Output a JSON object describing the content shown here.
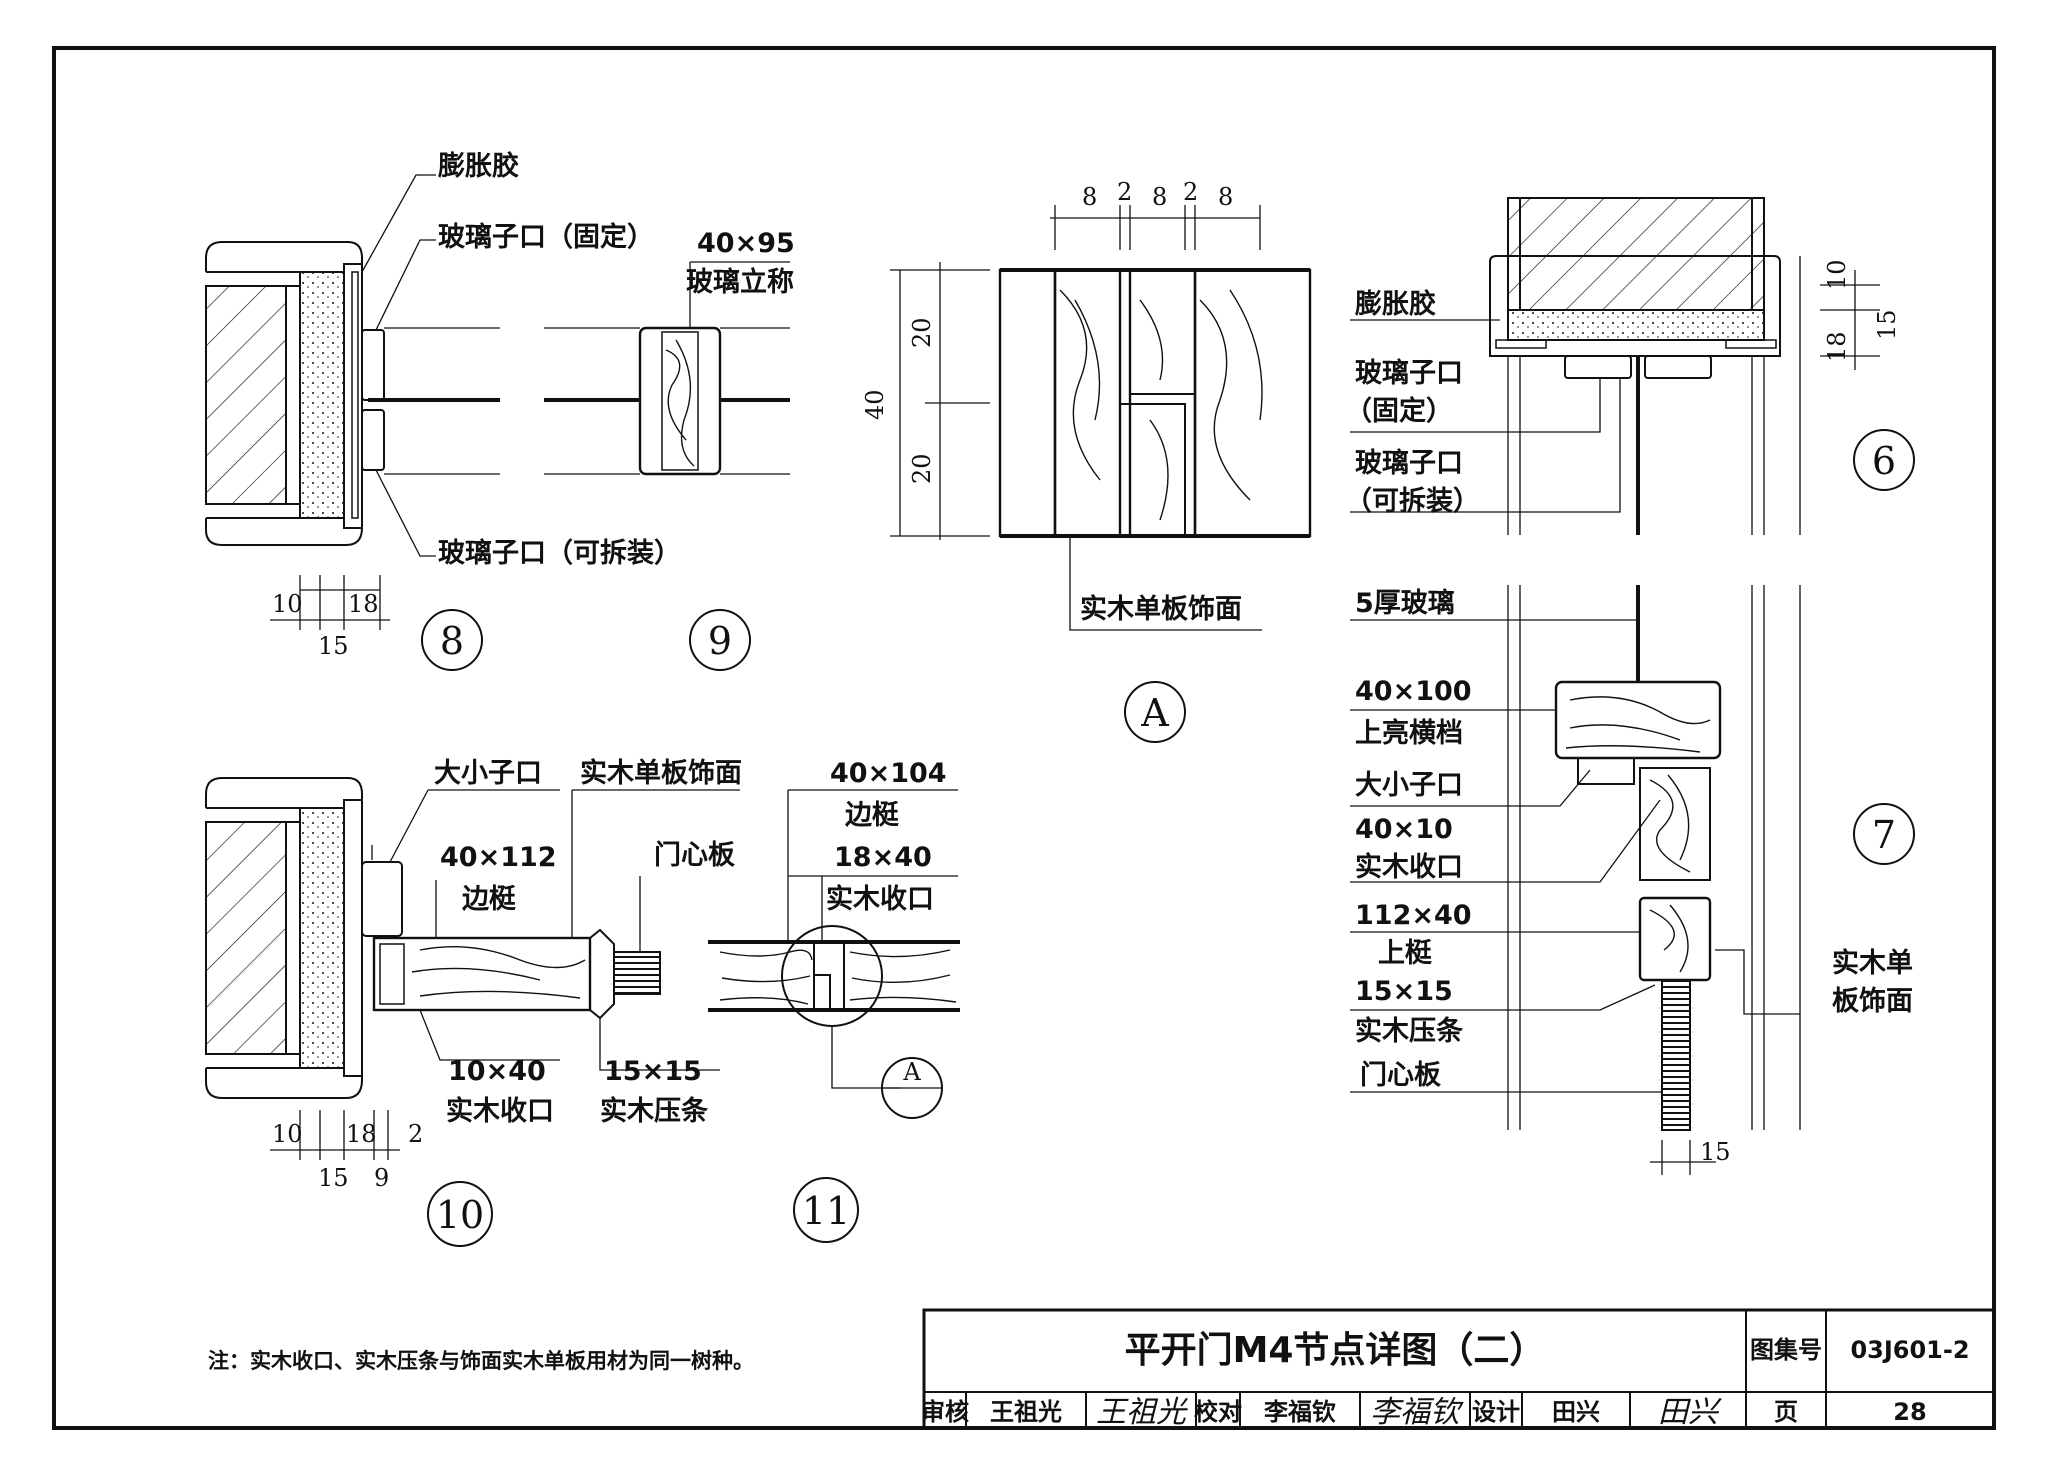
{
  "labels": {
    "pengzhangjiao": "膨胀胶",
    "glass_stop_fixed": "玻璃子口（固定）",
    "glass_stop_removable": "玻璃子口（可拆装）",
    "mullion_size": "40×95",
    "mullion_name": "玻璃立称",
    "veneer_a": "实木单板饰面",
    "d6_foam": "膨胀胶",
    "d6_stop_fixed_1": "玻璃子口",
    "d6_stop_fixed_2": "（固定）",
    "d6_stop_rem_1": "玻璃子口",
    "d6_stop_rem_2": "（可拆装）",
    "glass5": "5厚玻璃",
    "transom_size": "40×100",
    "transom_name": "上亮横档",
    "big_small_stop_7": "大小子口",
    "trim_size_7": "40×10",
    "trim_name_7": "实木收口",
    "rail_size": "112×40",
    "rail_name": "上梃",
    "bead_size_7": "15×15",
    "bead_name_7": "实木压条",
    "panel_7": "门心板",
    "veneer7_1": "实木单",
    "veneer7_2": "板饰面",
    "big_small_stop_10": "大小子口",
    "veneer_10": "实木单板饰面",
    "stile_size_10": "40×112",
    "stile_name_10": "边梃",
    "panel_10": "门心板",
    "trim_size_10": "10×40",
    "trim_name_10": "实木收口",
    "bead_size_10": "15×15",
    "bead_name_10": "实木压条",
    "stile_size_11": "40×104",
    "stile_name_11": "边梃",
    "trim_size_11": "18×40",
    "trim_name_11": "实木收口"
  },
  "dims": {
    "d8_a": "10",
    "d8_b": "18",
    "d8_c": "15",
    "dA_1": "8",
    "dA_2": "2",
    "dA_3": "8",
    "dA_4": "2",
    "dA_5": "8",
    "dA_h1": "20",
    "dA_h2": "20",
    "dA_total": "40",
    "d6_10": "10",
    "d6_15": "15",
    "d6_18": "18",
    "d7_15": "15",
    "d10_a": "10",
    "d10_b": "18",
    "d10_c": "2",
    "d10_d": "15",
    "d10_e": "9"
  },
  "detail_numbers": {
    "n8": "8",
    "n9": "9",
    "nA": "A",
    "n6": "6",
    "n7": "7",
    "n10": "10",
    "n11": "11",
    "nA_ref": "A"
  },
  "note": "注：实木收口、实木压条与饰面实木单板用材为同一树种。",
  "title_block": {
    "title": "平开门M4节点详图（二）",
    "atlas_label": "图集号",
    "atlas_no": "03J601-2",
    "review_label": "审核",
    "reviewer": "王祖光",
    "reviewer_sig": "王祖光",
    "check_label": "校对",
    "checker": "李福钦",
    "checker_sig": "李福钦",
    "design_label": "设计",
    "designer": "田兴",
    "designer_sig": "田兴",
    "page_label": "页",
    "page_no": "28"
  }
}
